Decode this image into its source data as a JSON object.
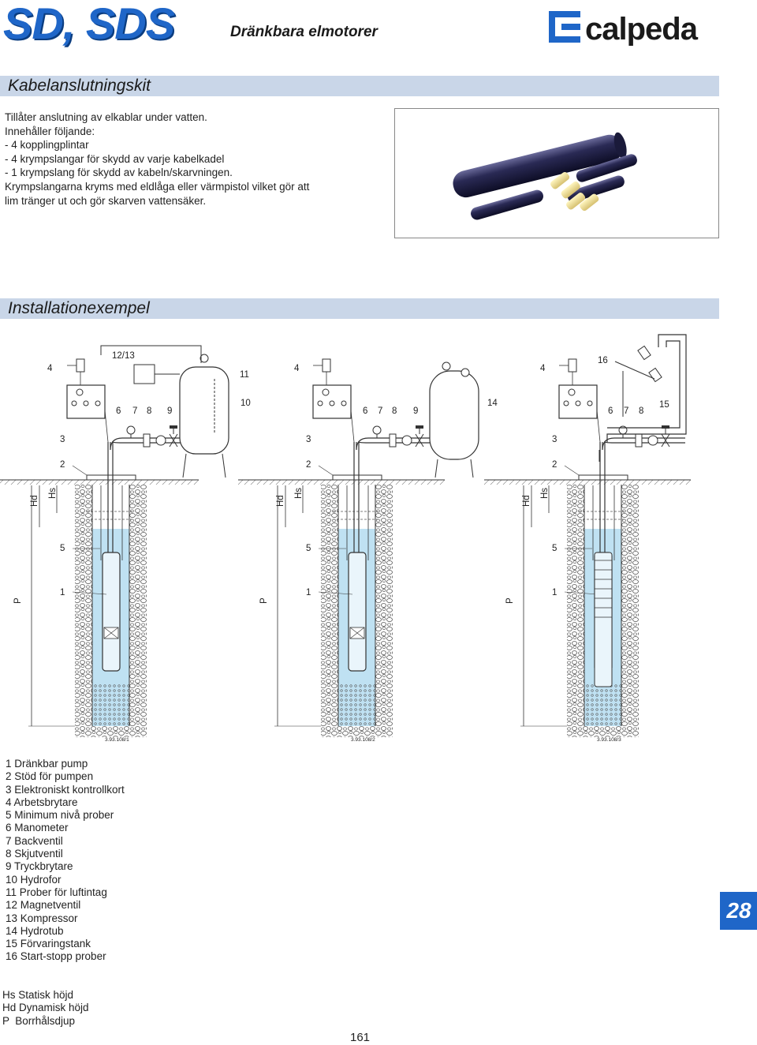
{
  "header": {
    "series": "SD, SDS",
    "subtitle": "Dränkbara elmotorer",
    "logo_text": "calpeda"
  },
  "kit_section": {
    "title": "Kabelanslutningskit",
    "lines": [
      "Tillåter anslutning av elkablar under vatten.",
      "Innehåller följande:",
      "- 4 kopplingplintar",
      "- 4 krympslangar för skydd av varje kabelkadel",
      "- 1 krympslang för skydd av kabeln/skarvningen.",
      "Krympslangarna kryms med eldlåga eller värmpistol vilket gör att",
      "lim tränger ut och gör skarven vattensäker."
    ]
  },
  "install_section": {
    "title": "Installationexempel"
  },
  "diagram": {
    "panel_codes": [
      "3.93.108/1",
      "3.93.108/2",
      "3.93.108/3"
    ],
    "labels": {
      "n1": "1",
      "n2": "2",
      "n3": "3",
      "n4": "4",
      "n5": "5",
      "n6": "6",
      "n7": "7",
      "n8": "8",
      "n9": "9",
      "n10": "10",
      "n11": "11",
      "n12_13": "12/13",
      "n14": "14",
      "n15": "15",
      "n16": "16",
      "hd": "Hd",
      "hs": "Hs",
      "p": "P"
    }
  },
  "legend": [
    "1 Dränkbar pump",
    "2 Stöd för pumpen",
    "3 Elektroniskt kontrollkort",
    "4 Arbetsbrytare",
    "5 Minimum nivå prober",
    "6 Manometer",
    "7 Backventil",
    "8 Skjutventil",
    "9 Tryckbrytare",
    "10 Hydrofor",
    "11 Prober för luftintag",
    "12 Magnetventil",
    "13 Kompressor",
    "14 Hydrotub",
    "15 Förvaringstank",
    "16 Start-stopp prober"
  ],
  "abbreviations": [
    "Hs Statisk höjd",
    "Hd Dynamisk höjd",
    "P  Borrhålsdjup"
  ],
  "page_number": "161",
  "badge_number": "28",
  "colors": {
    "brand_blue": "#1f66c8",
    "band": "#c9d6e8",
    "water": "#bfe1f2"
  }
}
